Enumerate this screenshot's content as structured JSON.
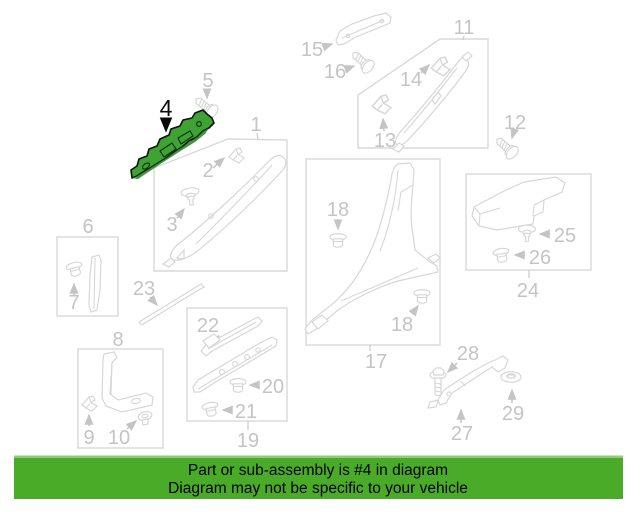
{
  "labels": {
    "n1": "1",
    "n2": "2",
    "n3": "3",
    "n4": "4",
    "n5": "5",
    "n6": "6",
    "n7": "7",
    "n8": "8",
    "n9": "9",
    "n10": "10",
    "n11": "11",
    "n12": "12",
    "n13": "13",
    "n14": "14",
    "n15": "15",
    "n16": "16",
    "n17": "17",
    "n18": "18",
    "n19": "19",
    "n20": "20",
    "n21": "21",
    "n22": "22",
    "n23": "23",
    "n24": "24",
    "n25": "25",
    "n26": "26",
    "n27": "27",
    "n28": "28",
    "n29": "29"
  },
  "highlight": {
    "part_number": "4",
    "fill": "#3ea333",
    "shade": "#257f1d"
  },
  "banner": {
    "line1": "Part or sub-assembly is #4 in diagram",
    "line2": "Diagram may not be specific to your vehicle",
    "bg": "#4aab29",
    "top_edge": "#8fcd7c"
  }
}
